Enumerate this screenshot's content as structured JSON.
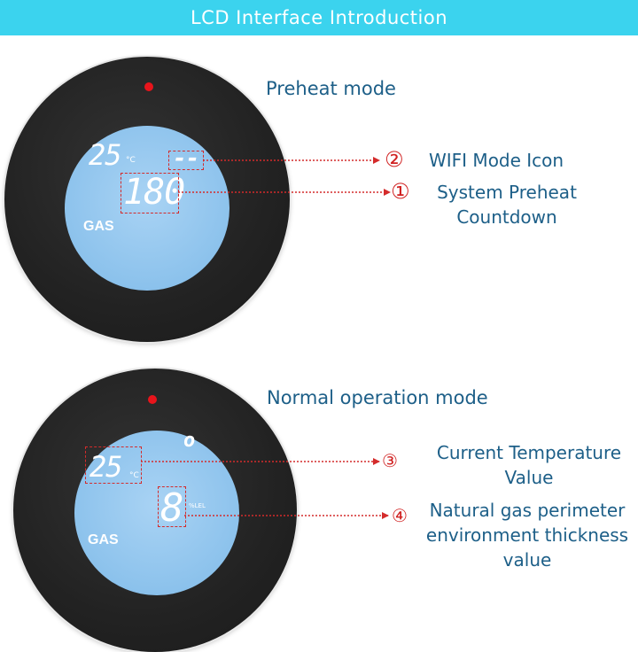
{
  "banner": {
    "title": "LCD Interface Introduction"
  },
  "preheat": {
    "title": "Preheat mode",
    "temperature": "25",
    "temp_unit": "°C",
    "wifi_icon": "--",
    "countdown": "180",
    "gas_label": "GAS"
  },
  "normal": {
    "title": "Normal operation mode",
    "temperature": "25",
    "temp_unit": "°C",
    "indicator": "o",
    "gas_value": "8",
    "gas_unit": "%LEL",
    "gas_label": "GAS"
  },
  "annotations": [
    {
      "number": "②",
      "label_lines": [
        "WIFI Mode Icon"
      ]
    },
    {
      "number": "①",
      "label_lines": [
        "System Preheat",
        "Countdown"
      ]
    },
    {
      "number": "③",
      "label_lines": [
        "Current Temperature",
        "Value"
      ]
    },
    {
      "number": "④",
      "label_lines": [
        "Natural gas perimeter",
        "environment thickness",
        "value"
      ]
    }
  ],
  "colors": {
    "banner": "#3bd3ee",
    "annotation_text": "#1d5f88",
    "leader_line": "#d42b2b",
    "lcd": "#8cc2ec",
    "bezel": "#222222",
    "led": "#e8141b"
  }
}
